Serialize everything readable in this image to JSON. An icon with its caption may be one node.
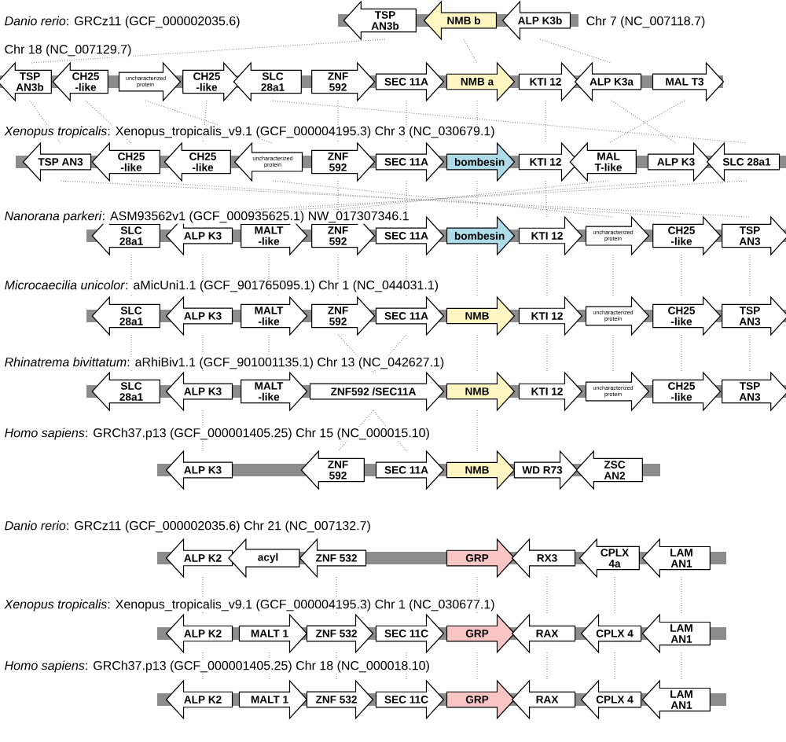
{
  "diagram": {
    "nodes": [
      {
        "text": [
          "TSP AN3b"
        ]
      },
      {
        "text": [
          "NMB b"
        ]
      },
      {
        "text": [
          "ALP K3b"
        ]
      },
      {
        "text": [
          "TSP AN3b"
        ]
      },
      {
        "text": [
          "CH25 -like"
        ]
      },
      {
        "text": [
          "uncharacterized protein"
        ]
      },
      {
        "text": [
          "CH25 -like"
        ]
      },
      {
        "text": [
          "SLC 28a1"
        ]
      },
      {
        "text": [
          "ZNF 592"
        ]
      },
      {
        "text": [
          "SEC 11A"
        ]
      },
      {
        "text": [
          "NMB a"
        ]
      },
      {
        "text": [
          "KTI 12"
        ]
      },
      {
        "text": [
          "ALP K3a"
        ]
      },
      {
        "text": [
          "MAL T3"
        ]
      },
      {
        "text": [
          "TSP AN3"
        ]
      },
      {
        "text": [
          "CH25 -like"
        ]
      },
      {
        "text": [
          "CH25 -like"
        ]
      },
      {
        "text": [
          "uncharacterized protein"
        ]
      },
      {
        "text": [
          "ZNF 592"
        ]
      },
      {
        "text": [
          "SEC 11A"
        ]
      },
      {
        "text": [
          "bombesin"
        ]
      },
      {
        "text": [
          "KTI 12"
        ]
      },
      {
        "text": [
          "MAL T-like"
        ]
      },
      {
        "text": [
          "ALP K3"
        ]
      },
      {
        "text": [
          "SLC 28a1"
        ]
      },
      {
        "text": [
          "SLC 28a1"
        ]
      },
      {
        "text": [
          "ALP K3"
        ]
      },
      {
        "text": [
          "MALT -like"
        ]
      },
      {
        "text": [
          "ZNF 592"
        ]
      },
      {
        "text": [
          "SEC 11A"
        ]
      },
      {
        "text": [
          "bombesin"
        ]
      },
      {
        "text": [
          "KTI 12"
        ]
      },
      {
        "text": [
          "uncharacterized protein"
        ]
      },
      {
        "text": [
          "CH25 -like"
        ]
      },
      {
        "text": [
          "TSP AN3"
        ]
      },
      {
        "text": [
          "SLC 28a1"
        ]
      },
      {
        "text": [
          "ALP K3"
        ]
      },
      {
        "text": [
          "MALT -like"
        ]
      },
      {
        "text": [
          "ZNF 592"
        ]
      },
      {
        "text": [
          "SEC 11A"
        ]
      },
      {
        "text": [
          "NMB"
        ]
      },
      {
        "text": [
          "KTI 12"
        ]
      },
      {
        "text": [
          "uncharacterized protein"
        ]
      },
      {
        "text": [
          "CH25 -like"
        ]
      },
      {
        "text": [
          "TSP AN3"
        ]
      },
      {
        "text": [
          "SLC 28a1"
        ]
      },
      {
        "text": [
          "ALP K3"
        ]
      },
      {
        "text": [
          "MALT -like"
        ]
      },
      {
        "text": [
          "ZNF592 /SEC11A"
        ]
      },
      {
        "text": [
          "NMB"
        ]
      },
      {
        "text": [
          "KTI 12"
        ]
      },
      {
        "text": [
          "uncharacterized protein"
        ]
      },
      {
        "text": [
          "CH25 -like"
        ]
      },
      {
        "text": [
          "TSP AN3"
        ]
      },
      {
        "text": [
          "ALP K3"
        ]
      },
      {
        "text": [
          "ZNF 592"
        ]
      },
      {
        "text": [
          "SEC 11A"
        ]
      },
      {
        "text": [
          "NMB"
        ]
      },
      {
        "text": [
          "WD R73"
        ]
      },
      {
        "text": [
          "ZSC AN2"
        ]
      },
      {
        "text": [
          "ALP K2"
        ]
      },
      {
        "text": [
          "acyl"
        ]
      },
      {
        "text": [
          "ZNF 532"
        ]
      },
      {
        "text": [
          "GRP"
        ]
      },
      {
        "text": [
          "RX3"
        ]
      },
      {
        "text": [
          "CPLX 4a"
        ]
      },
      {
        "text": [
          "LAM AN1"
        ]
      },
      {
        "text": [
          "ALP K2"
        ]
      },
      {
        "text": [
          "MALT 1"
        ]
      },
      {
        "text": [
          "ZNF 532"
        ]
      },
      {
        "text": [
          "SEC 11C"
        ]
      },
      {
        "text": [
          "GRP"
        ]
      },
      {
        "text": [
          "RAX"
        ]
      },
      {
        "text": [
          "CPLX 4"
        ]
      },
      {
        "text": [
          "LAM AN1"
        ]
      },
      {
        "text": [
          "ALP K2"
        ]
      },
      {
        "text": [
          "MALT 1"
        ]
      },
      {
        "text": [
          "ZNF 532"
        ]
      },
      {
        "text": [
          "SEC 11C"
        ]
      },
      {
        "text": [
          "GRP"
        ]
      },
      {
        "text": [
          "RAX"
        ]
      },
      {
        "text": [
          "CPLX 4"
        ]
      },
      {
        "text": [
          "LAM AN1"
        ]
      }
    ],
    "edges": [
      {
        "from": 0,
        "to": 3,
        "arrow": "none",
        "style": "dashed"
      },
      {
        "from": 1,
        "to": 10,
        "arrow": "none",
        "style": "dashed"
      },
      {
        "from": 2,
        "to": 12,
        "arrow": "none",
        "style": "dashed"
      },
      {
        "from": 3,
        "to": 14,
        "arrow": "none",
        "style": "dashed"
      },
      {
        "from": 4,
        "to": 15,
        "arrow": "none",
        "style": "dashed"
      },
      {
        "from": 6,
        "to": 16,
        "arrow": "none",
        "style": "dashed"
      },
      {
        "from": 5,
        "to": 17,
        "arrow": "none",
        "style": "dashed"
      },
      {
        "from": 7,
        "to": 24,
        "arrow": "none",
        "style": "dashed"
      },
      {
        "from": 8,
        "to": 18,
        "arrow": "none",
        "style": "dashed"
      },
      {
        "from": 9,
        "to": 19,
        "arrow": "none",
        "style": "dashed"
      },
      {
        "from": 10,
        "to": 20,
        "arrow": "none",
        "style": "dashed"
      },
      {
        "from": 11,
        "to": 21,
        "arrow": "none",
        "style": "dashed"
      },
      {
        "from": 12,
        "to": 23,
        "arrow": "none",
        "style": "dashed"
      },
      {
        "from": 13,
        "to": 22,
        "arrow": "none",
        "style": "dashed"
      },
      {
        "from": 14,
        "to": 34,
        "arrow": "none",
        "style": "dashed"
      },
      {
        "from": 15,
        "to": 33,
        "arrow": "none",
        "style": "dashed"
      },
      {
        "from": 17,
        "to": 32,
        "arrow": "none",
        "style": "dashed"
      },
      {
        "from": 18,
        "to": 28,
        "arrow": "none",
        "style": "dashed"
      },
      {
        "from": 19,
        "to": 29,
        "arrow": "none",
        "style": "dashed"
      },
      {
        "from": 20,
        "to": 30,
        "arrow": "none",
        "style": "dashed"
      },
      {
        "from": 21,
        "to": 31,
        "arrow": "none",
        "style": "dashed"
      },
      {
        "from": 22,
        "to": 27,
        "arrow": "none",
        "style": "dashed"
      },
      {
        "from": 23,
        "to": 26,
        "arrow": "none",
        "style": "dashed"
      },
      {
        "from": 24,
        "to": 25,
        "arrow": "none",
        "style": "dashed"
      },
      {
        "from": 25,
        "to": 35,
        "arrow": "none",
        "style": "dashed"
      },
      {
        "from": 26,
        "to": 36,
        "arrow": "none",
        "style": "dashed"
      },
      {
        "from": 27,
        "to": 37,
        "arrow": "none",
        "style": "dashed"
      },
      {
        "from": 28,
        "to": 38,
        "arrow": "none",
        "style": "dashed"
      },
      {
        "from": 29,
        "to": 39,
        "arrow": "none",
        "style": "dashed"
      },
      {
        "from": 30,
        "to": 40,
        "arrow": "none",
        "style": "dashed"
      },
      {
        "from": 31,
        "to": 41,
        "arrow": "none",
        "style": "dashed"
      },
      {
        "from": 32,
        "to": 42,
        "arrow": "none",
        "style": "dashed"
      },
      {
        "from": 33,
        "to": 43,
        "arrow": "none",
        "style": "dashed"
      },
      {
        "from": 34,
        "to": 44,
        "arrow": "none",
        "style": "dashed"
      },
      {
        "from": 35,
        "to": 45,
        "arrow": "none",
        "style": "dashed"
      },
      {
        "from": 36,
        "to": 46,
        "arrow": "none",
        "style": "dashed"
      },
      {
        "from": 37,
        "to": 47,
        "arrow": "none",
        "style": "dashed"
      },
      {
        "from": 38,
        "to": 48,
        "arrow": "none",
        "style": "dashed"
      },
      {
        "from": 39,
        "to": 48,
        "arrow": "none",
        "style": "dashed"
      },
      {
        "from": 40,
        "to": 49,
        "arrow": "none",
        "style": "dashed"
      },
      {
        "from": 41,
        "to": 50,
        "arrow": "none",
        "style": "dashed"
      },
      {
        "from": 42,
        "to": 51,
        "arrow": "none",
        "style": "dashed"
      },
      {
        "from": 43,
        "to": 52,
        "arrow": "none",
        "style": "dashed"
      },
      {
        "from": 44,
        "to": 53,
        "arrow": "none",
        "style": "dashed"
      },
      {
        "from": 46,
        "to": 54,
        "arrow": "none",
        "style": "dashed"
      },
      {
        "from": 48,
        "to": 55,
        "arrow": "none",
        "style": "dashed"
      },
      {
        "from": 48,
        "to": 56,
        "arrow": "none",
        "style": "dashed"
      },
      {
        "from": 49,
        "to": 57,
        "arrow": "none",
        "style": "dashed"
      },
      {
        "from": 60,
        "to": 67,
        "arrow": "none",
        "style": "dashed"
      },
      {
        "from": 62,
        "to": 69,
        "arrow": "none",
        "style": "dashed"
      },
      {
        "from": 63,
        "to": 71,
        "arrow": "none",
        "style": "dashed"
      },
      {
        "from": 64,
        "to": 72,
        "arrow": "none",
        "style": "dashed"
      },
      {
        "from": 65,
        "to": 73,
        "arrow": "none",
        "style": "dashed"
      },
      {
        "from": 66,
        "to": 74,
        "arrow": "none",
        "style": "dashed"
      },
      {
        "from": 67,
        "to": 75,
        "arrow": "none",
        "style": "dashed"
      },
      {
        "from": 68,
        "to": 76,
        "arrow": "none",
        "style": "dashed"
      },
      {
        "from": 69,
        "to": 77,
        "arrow": "none",
        "style": "dashed"
      },
      {
        "from": 70,
        "to": 78,
        "arrow": "none",
        "style": "dashed"
      },
      {
        "from": 71,
        "to": 79,
        "arrow": "none",
        "style": "dashed"
      },
      {
        "from": 72,
        "to": 80,
        "arrow": "none",
        "style": "dashed"
      },
      {
        "from": 73,
        "to": 81,
        "arrow": "none",
        "style": "dashed"
      },
      {
        "from": 74,
        "to": 82,
        "arrow": "none",
        "style": "dashed"
      }
    ],
    "labels": [
      "*Danio rerio*: GRCz11 (GCF_000002035.6)",
      "Chr 7 (NC_007118.7)",
      "Chr 18 (NC_007129.7)",
      "*Xenopus tropicalis*: Xenopus_tropicalis_v9.1 (GCF_000004195.3) Chr 3 (NC_030679.1)",
      "*Nanorana parkeri*: ASM93562v1 (GCF_000935625.1) NW_017307346.1",
      "*Microcaecilia unicolor*: aMicUni1.1 (GCF_901765095.1) Chr 1 (NC_044031.1)",
      "*Rhinatrema bivittatum*: aRhiBiv1.1 (GCF_901001135.1) Chr 13 (NC_042627.1)",
      "*Homo sapiens*: GRCh37.p13 (GCF_000001405.25) Chr 15 (NC_000015.10)",
      "*Danio rerio*: GRCz11 (GCF_000002035.6) Chr 21 (NC_007132.7)",
      "*Xenopus tropicalis*: Xenopus_tropicalis_v9.1 (GCF_000004195.3) Chr 1 (NC_030677.1)",
      "*Homo sapiens*: GRCh37.p13 (GCF_000001405.25) Chr 18 (NC_000018.10)"
    ]
  }
}
